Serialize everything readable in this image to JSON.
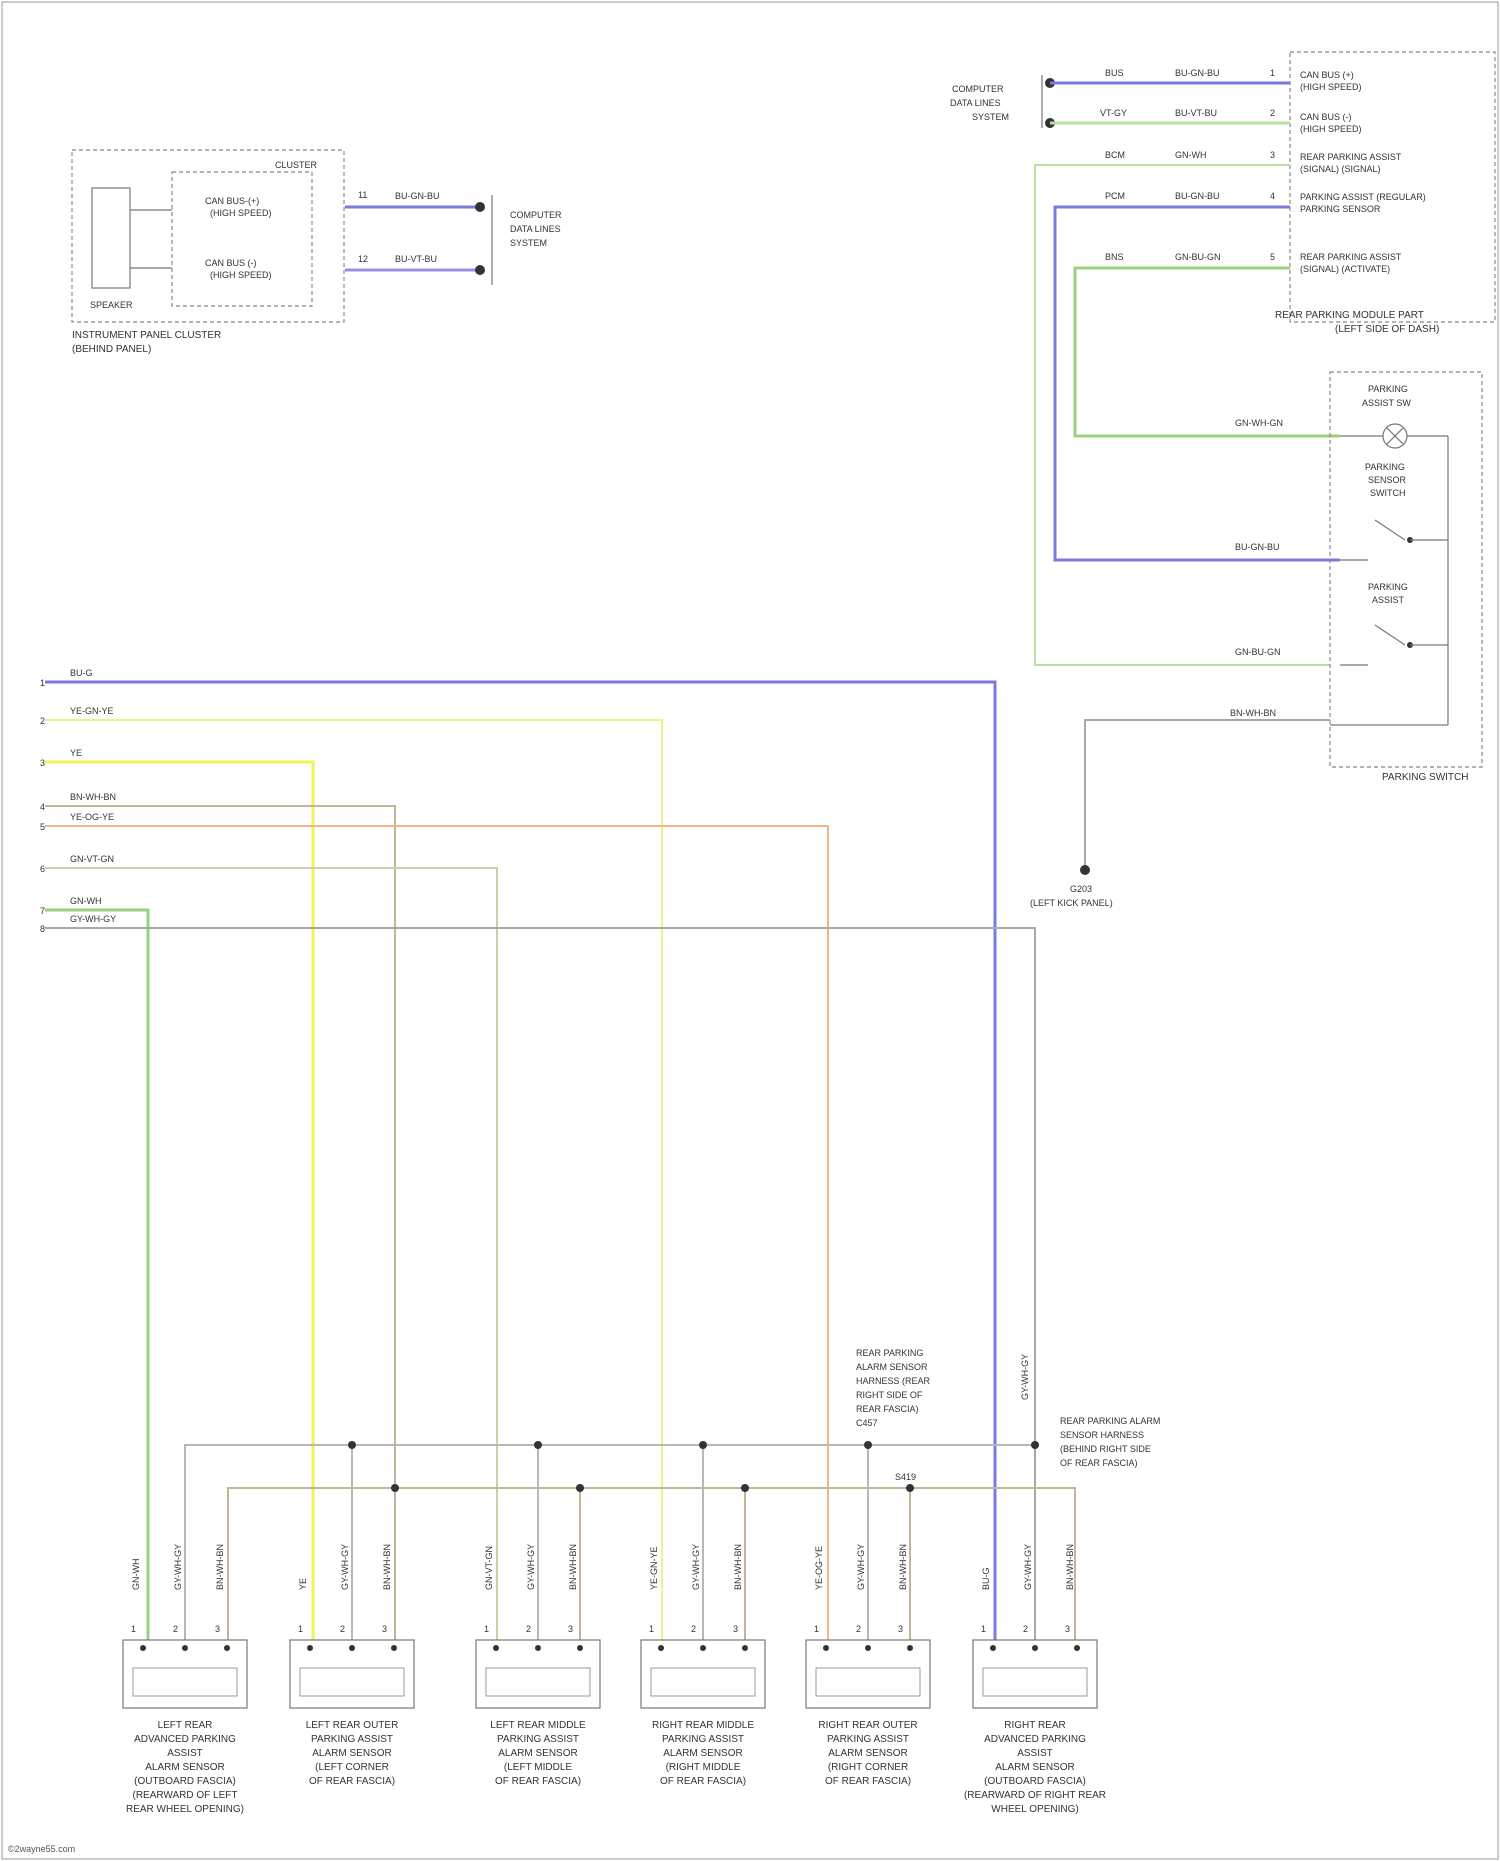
{
  "footer": "©2wayne55.com",
  "colors": {
    "blue": "#7b7bdb",
    "yellow": "#f1f15a",
    "green": "#98d181",
    "lightgreen": "#b8e0a0",
    "gray": "#a8a8a8",
    "tan": "#c4b596",
    "orange": "#f2b48a",
    "brown": "#b19e7e"
  },
  "cluster": {
    "inner_label": "CLUSTER",
    "item1": "CAN BUS-(+)",
    "item1b": "(HIGH SPEED)",
    "item2": "CAN BUS (-)",
    "item2b": "(HIGH SPEED)",
    "speaker_label": "SPEAKER",
    "caption1": "INSTRUMENT PANEL CLUSTER",
    "caption2": "(BEHIND PANEL)",
    "w1_label": "BU-GN-BU",
    "w2_label": "BU-VT-BU",
    "pin1": "11",
    "pin2": "12",
    "dest1": "COMPUTER",
    "dest2": "DATA LINES",
    "dest3": "SYSTEM"
  },
  "right_module": {
    "dest1": "COMPUTER",
    "dest2": "DATA LINES",
    "dest3": "SYSTEM",
    "rows": [
      {
        "gauge": "BUS",
        "wire": "BU-GN-BU",
        "pin": "1",
        "desc": "CAN BUS (+)",
        "desc2": "(HIGH SPEED)"
      },
      {
        "gauge": "VT-GY",
        "wire": "BU-VT-BU",
        "pin": "2",
        "desc": "CAN BUS (-)",
        "desc2": "(HIGH SPEED)"
      },
      {
        "gauge": "BCM",
        "wire": "GN-WH",
        "pin": "3",
        "desc": "REAR PARKING ASSIST",
        "desc2": "(SIGNAL) (SIGNAL)"
      },
      {
        "gauge": "PCM",
        "wire": "BU-GN-BU",
        "pin": "4",
        "desc": "PARKING ASSIST (REGULAR)",
        "desc2": "PARKING SENSOR"
      },
      {
        "gauge": "BNS",
        "wire": "GN-BU-GN",
        "pin": "5",
        "desc": "REAR PARKING ASSIST",
        "desc2": "(SIGNAL) (ACTIVATE)"
      }
    ],
    "caption1": "REAR PARKING MODULE PART",
    "caption2": "(LEFT SIDE OF DASH)"
  },
  "switch_box": {
    "title1": "PARKING",
    "title2": "ASSIST SW",
    "led": "PARKING",
    "led2": "SENSOR",
    "led3": "SWITCH",
    "sw2": "PARKING",
    "sw2b": "ASSIST",
    "w1": "GN-WH-GN",
    "w2": "BU-GN-BU",
    "w3": "GN-BU-GN",
    "w4": "BN-WH-BN",
    "caption": "PARKING SWITCH",
    "ground1": "G203",
    "ground2": "(LEFT KICK PANEL)"
  },
  "harness": {
    "rows": [
      {
        "pin": "1",
        "label": "BU-G"
      },
      {
        "pin": "2",
        "label": "YE-GN-YE"
      },
      {
        "pin": "3",
        "label": "YE"
      },
      {
        "pin": "4",
        "label": "BN-WH-BN"
      },
      {
        "pin": "5",
        "label": "YE-OG-YE"
      },
      {
        "pin": "6",
        "label": "GN-VT-GN"
      },
      {
        "pin": "7",
        "label": "GN-WH"
      },
      {
        "pin": "8",
        "label": "GY-WH-GY"
      }
    ]
  },
  "splices": {
    "note1": "REAR PARKING",
    "note2": "ALARM SENSOR",
    "note3": "HARNESS (REAR",
    "note4": "RIGHT SIDE OF",
    "note5": "REAR FASCIA)",
    "note6": "C457",
    "note7": "REAR PARKING ALARM",
    "note8": "SENSOR HARNESS",
    "note9": "(BEHIND RIGHT SIDE",
    "note10": "OF REAR FASCIA)",
    "vlabel": "GY-WH-GY",
    "s_label": "S419"
  },
  "sensors": [
    {
      "pins": [
        "1",
        "2",
        "3"
      ],
      "wlabels": [
        "GN-WH",
        "GY-WH-GY",
        "BN-WH-BN"
      ],
      "caption": [
        "LEFT REAR",
        "ADVANCED PARKING",
        "ASSIST",
        "ALARM SENSOR",
        "(OUTBOARD FASCIA)",
        "(REARWARD OF LEFT",
        "REAR WHEEL OPENING)"
      ]
    },
    {
      "pins": [
        "1",
        "2",
        "3"
      ],
      "wlabels": [
        "YE",
        "GY-WH-GY",
        "BN-WH-BN"
      ],
      "caption": [
        "LEFT REAR OUTER",
        "PARKING ASSIST",
        "ALARM SENSOR",
        "(LEFT CORNER",
        "OF REAR FASCIA)"
      ]
    },
    {
      "pins": [
        "1",
        "2",
        "3"
      ],
      "wlabels": [
        "GN-VT-GN",
        "GY-WH-GY",
        "BN-WH-BN"
      ],
      "caption": [
        "LEFT REAR MIDDLE",
        "PARKING ASSIST",
        "ALARM SENSOR",
        "(LEFT MIDDLE",
        "OF REAR FASCIA)"
      ]
    },
    {
      "pins": [
        "1",
        "2",
        "3"
      ],
      "wlabels": [
        "YE-GN-YE",
        "GY-WH-GY",
        "BN-WH-BN"
      ],
      "caption": [
        "RIGHT REAR MIDDLE",
        "PARKING ASSIST",
        "ALARM SENSOR",
        "(RIGHT MIDDLE",
        "OF REAR FASCIA)"
      ]
    },
    {
      "pins": [
        "1",
        "2",
        "3"
      ],
      "wlabels": [
        "YE-OG-YE",
        "GY-WH-GY",
        "BN-WH-BN"
      ],
      "caption": [
        "RIGHT REAR OUTER",
        "PARKING ASSIST",
        "ALARM SENSOR",
        "(RIGHT CORNER",
        "OF REAR FASCIA)"
      ]
    },
    {
      "pins": [
        "1",
        "2",
        "3"
      ],
      "wlabels": [
        "BU-G",
        "GY-WH-GY",
        "BN-WH-BN"
      ],
      "caption": [
        "RIGHT REAR",
        "ADVANCED PARKING",
        "ASSIST",
        "ALARM SENSOR",
        "(OUTBOARD FASCIA)",
        "(REARWARD OF RIGHT REAR",
        "WHEEL OPENING)"
      ]
    }
  ]
}
